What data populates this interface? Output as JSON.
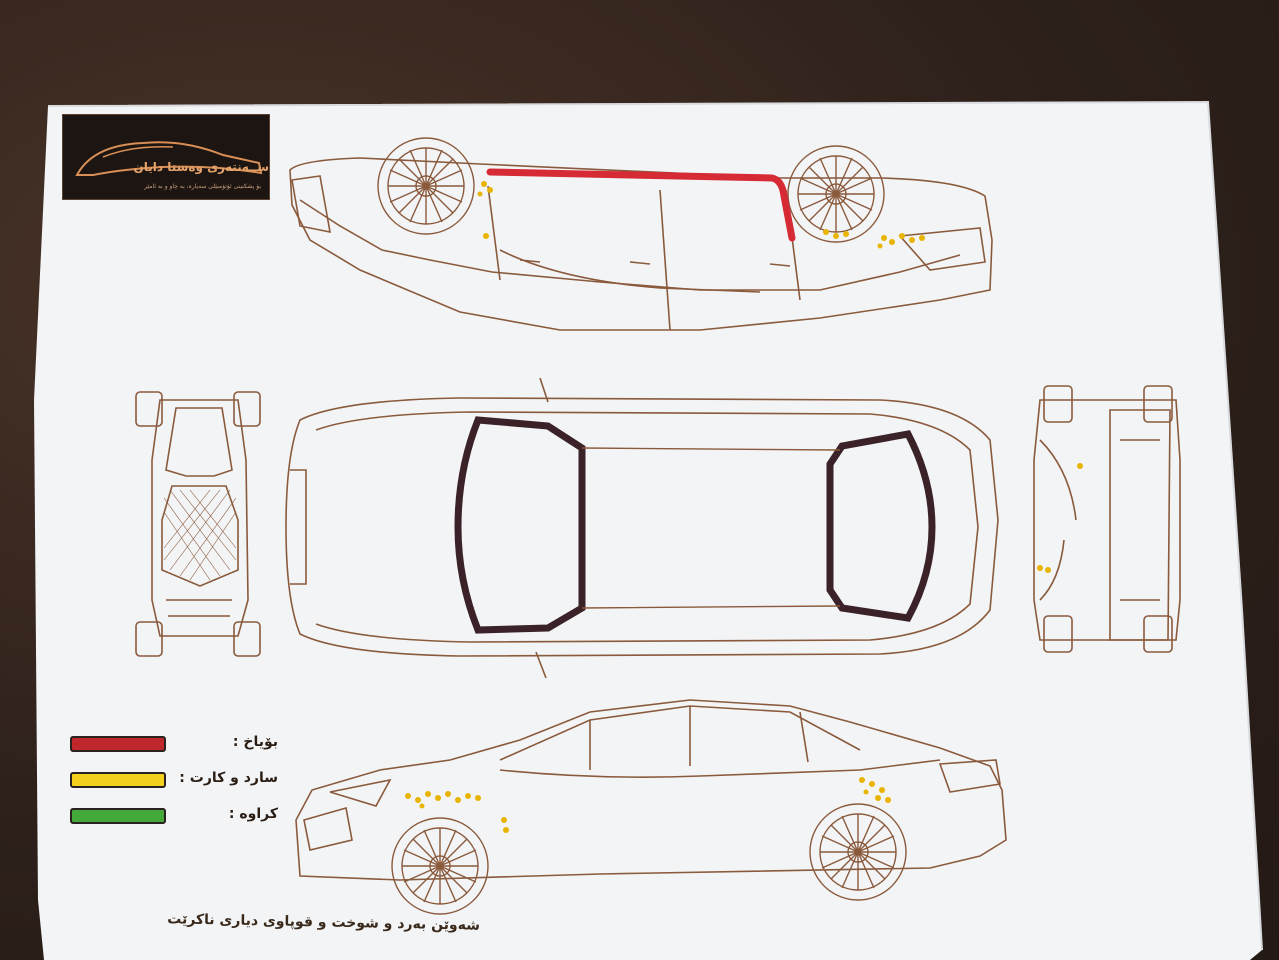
{
  "logo": {
    "title": "ســەنتەری وەستا دایان",
    "subtitle": "بۆ پشکنینی ئۆتۆمبێلی سەیارە، بە چاو و بە ئامێر"
  },
  "legend": [
    {
      "label": "بۆیاخ :",
      "color": "#c0272d"
    },
    {
      "label": "سارد و کارت :",
      "color": "#f2d11b"
    },
    {
      "label": "کراوە :",
      "color": "#44a83a"
    }
  ],
  "footer": {
    "text": "شەوێن بەرد و شوخت و قوپاوی دیاری ناکرێت"
  },
  "colors": {
    "outline": "#8a5a3c",
    "paint_mark": "#d62a35",
    "dot_mark": "#e8b400",
    "paper": "#f4f5f7"
  }
}
